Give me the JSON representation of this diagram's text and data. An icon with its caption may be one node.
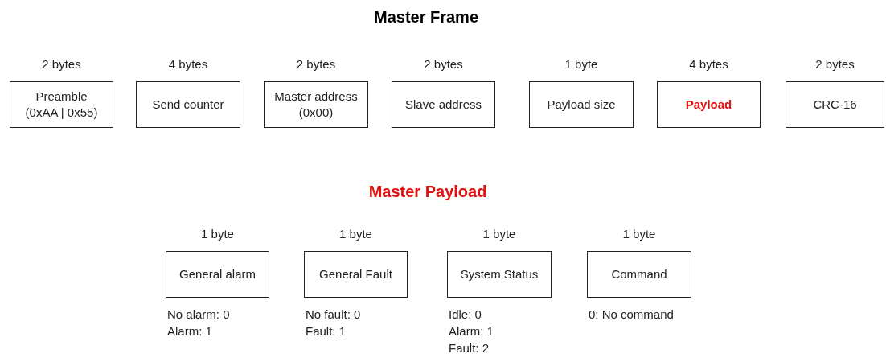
{
  "diagram": {
    "title": "Master Frame",
    "nodes": [
      {
        "text": [
          "Preamble (0xAA | 0x55)"
        ],
        "beside": [
          "2 bytes"
        ]
      },
      {
        "text": [
          "Send counter"
        ],
        "beside": [
          "4 bytes"
        ]
      },
      {
        "text": [
          "Master address (0x00)"
        ],
        "beside": [
          "2 bytes"
        ]
      },
      {
        "text": [
          "Slave address"
        ],
        "beside": [
          "2 bytes"
        ]
      },
      {
        "text": [
          "Payload size"
        ],
        "beside": [
          "1 byte"
        ]
      },
      {
        "text": [
          "Payload"
        ],
        "beside": [
          "4 bytes"
        ]
      },
      {
        "text": [
          "CRC-16"
        ],
        "beside": [
          "2 bytes"
        ]
      },
      {
        "text": [
          "General alarm"
        ],
        "beside": [
          "1 byte",
          "No alarm: 0",
          "Alarm: 1"
        ]
      },
      {
        "text": [
          "General Fault"
        ],
        "beside": [
          "1 byte",
          "No fault: 0",
          "Fault: 1"
        ]
      },
      {
        "text": [
          "System Status"
        ],
        "beside": [
          "1 byte",
          "Idle: 0",
          "Alarm: 1",
          "Fault: 2"
        ]
      },
      {
        "text": [
          "Command"
        ],
        "beside": [
          "1 byte",
          "0: No command"
        ]
      }
    ],
    "edges": [],
    "labels": [
      "Master Payload"
    ]
  }
}
